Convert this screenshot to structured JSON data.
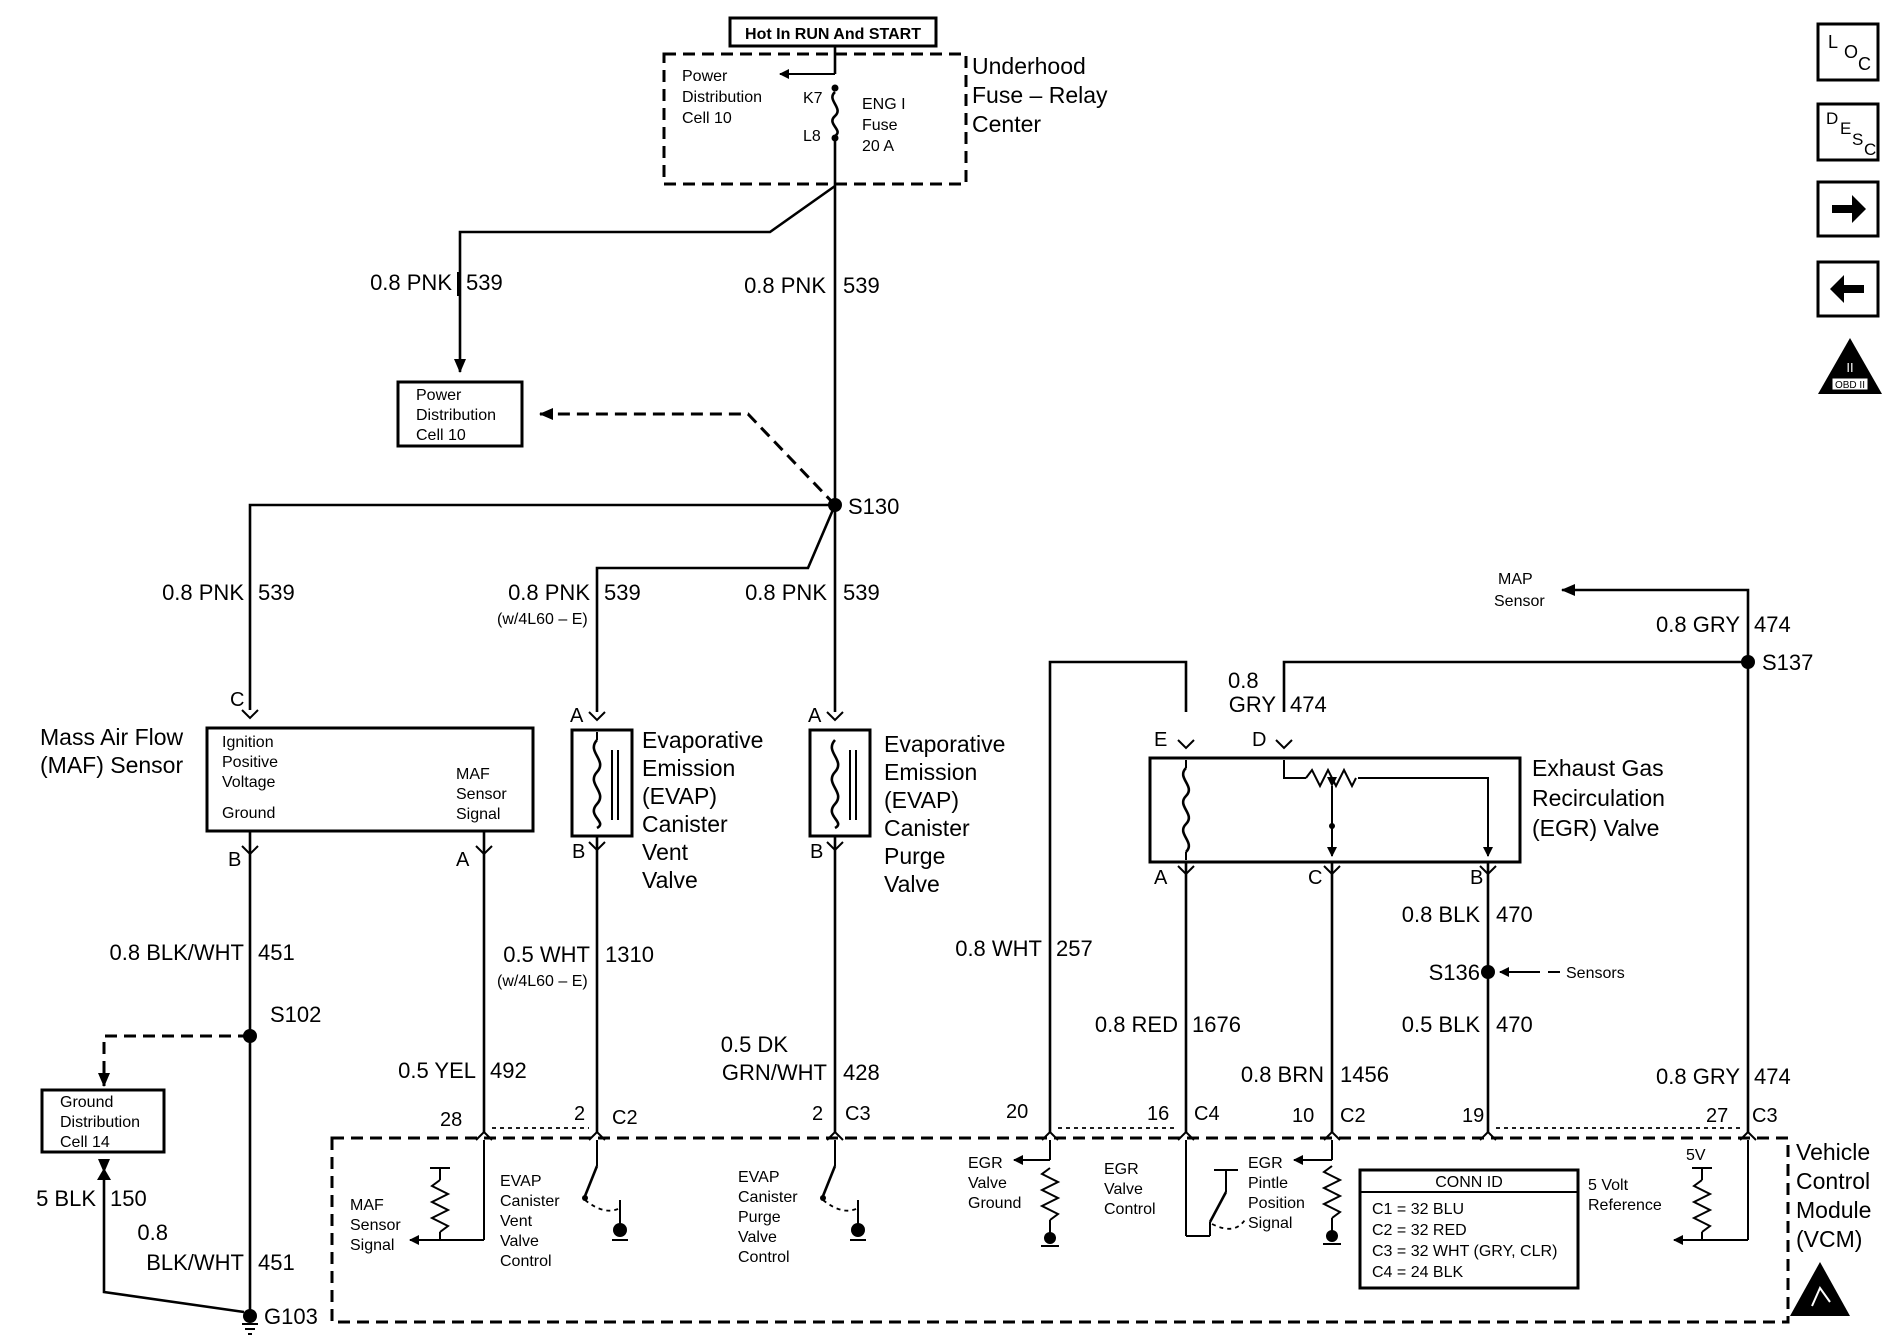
{
  "header": {
    "hot_label": "Hot In RUN And START",
    "fuse_center": [
      "Underhood",
      "Fuse – Relay",
      "Center"
    ],
    "pdc10_top": [
      "Power",
      "Distribution",
      "Cell 10"
    ],
    "k7": "K7",
    "l8": "L8",
    "fuse": [
      "ENG I",
      "Fuse",
      "20 A"
    ]
  },
  "boxes": {
    "pdc10": [
      "Power",
      "Distribution",
      "Cell 10"
    ],
    "gdc14": [
      "Ground",
      "Distribution",
      "Cell 14"
    ]
  },
  "splices": {
    "s130": "S130",
    "s102": "S102",
    "s137": "S137",
    "s136": "S136",
    "g103": "G103"
  },
  "wires": {
    "w1": "0.8 PNK",
    "c1": "539",
    "w2": "0.8 PNK",
    "c2": "539",
    "w3": "0.8 PNK",
    "c3": "539",
    "w4": "0.8 PNK",
    "c4": "539",
    "w4note": "(w/4L60 – E)",
    "w5": "0.8 PNK",
    "c5": "539",
    "w6": "0.8 BLK/WHT",
    "c6": "451",
    "w7": "5 BLK",
    "c7": "150",
    "w8a": "0.8",
    "w8b": "BLK/WHT",
    "c8": "451",
    "w9": "0.5 YEL",
    "c9": "492",
    "w10": "0.5 WHT",
    "c10": "1310",
    "w10note": "(w/4L60 – E)",
    "w11a": "0.5 DK",
    "w11b": "GRN/WHT",
    "c11": "428",
    "w12": "0.8 WHT",
    "c12": "257",
    "w13": "0.8 RED",
    "c13": "1676",
    "w14": "0.8 BRN",
    "c14": "1456",
    "w15": "0.8 BLK",
    "c15": "470",
    "w16": "0.5 BLK",
    "c16": "470",
    "w17": "0.8 GRY",
    "c17": "474",
    "w18": "0.8 GRY",
    "c18": "474",
    "w19a": "0.8",
    "w19b": "GRY",
    "c19": "474"
  },
  "components": {
    "maf_name": [
      "Mass Air Flow",
      "(MAF) Sensor"
    ],
    "maf_in": [
      "Ignition",
      "Positive",
      "Voltage"
    ],
    "maf_gnd": "Ground",
    "maf_sig": [
      "MAF",
      "Sensor",
      "Signal"
    ],
    "vent_name": [
      "Evaporative",
      "Emission",
      "(EVAP)",
      "Canister",
      "Vent",
      "Valve"
    ],
    "purge_name": [
      "Evaporative",
      "Emission",
      "(EVAP)",
      "Canister",
      "Purge",
      "Valve"
    ],
    "egr_name": [
      "Exhaust Gas",
      "Recirculation",
      "(EGR) Valve"
    ],
    "map_sensor": [
      "MAP",
      "Sensor"
    ],
    "sensors": "Sensors",
    "vcm_name": [
      "Vehicle",
      "Control",
      "Module",
      "(VCM)"
    ]
  },
  "pins": {
    "maf_c": "C",
    "maf_b": "B",
    "maf_a": "A",
    "vent_a": "A",
    "vent_b": "B",
    "purge_a": "A",
    "purge_b": "B",
    "egr_e": "E",
    "egr_d": "D",
    "egr_a": "A",
    "egr_c": "C",
    "egr_b": "B",
    "v28": "28",
    "v2a": "2",
    "v2b": "2",
    "v20": "20",
    "v16": "16",
    "v10": "10",
    "v19": "19",
    "v27": "27",
    "c2a": "C2",
    "c3a": "C3",
    "c4": "C4",
    "c2b": "C2",
    "c3b": "C3"
  },
  "vcm": {
    "maf_sig": [
      "MAF",
      "Sensor",
      "Signal"
    ],
    "vent_ctl": [
      "EVAP",
      "Canister",
      "Vent",
      "Valve",
      "Control"
    ],
    "purge_ctl": [
      "EVAP",
      "Canister",
      "Purge",
      "Valve",
      "Control"
    ],
    "egr_gnd": [
      "EGR",
      "Valve",
      "Ground"
    ],
    "egr_ctl": [
      "EGR",
      "Valve",
      "Control"
    ],
    "egr_pintle": [
      "EGR",
      "Pintle",
      "Position",
      "Signal"
    ],
    "ref5v": [
      "5 Volt",
      "Reference"
    ],
    "fivev": "5V",
    "conn_title": "CONN ID",
    "conn": [
      "C1 = 32 BLU",
      "C2 = 32 RED",
      "C3 = 32 WHT (GRY, CLR)",
      "C4 = 24 BLK"
    ]
  },
  "nav": {
    "loc": [
      "L",
      "O",
      "C"
    ],
    "desc": [
      "D",
      "E",
      "S",
      "C"
    ],
    "obd": "OBD II",
    "obd_mark": "II"
  }
}
